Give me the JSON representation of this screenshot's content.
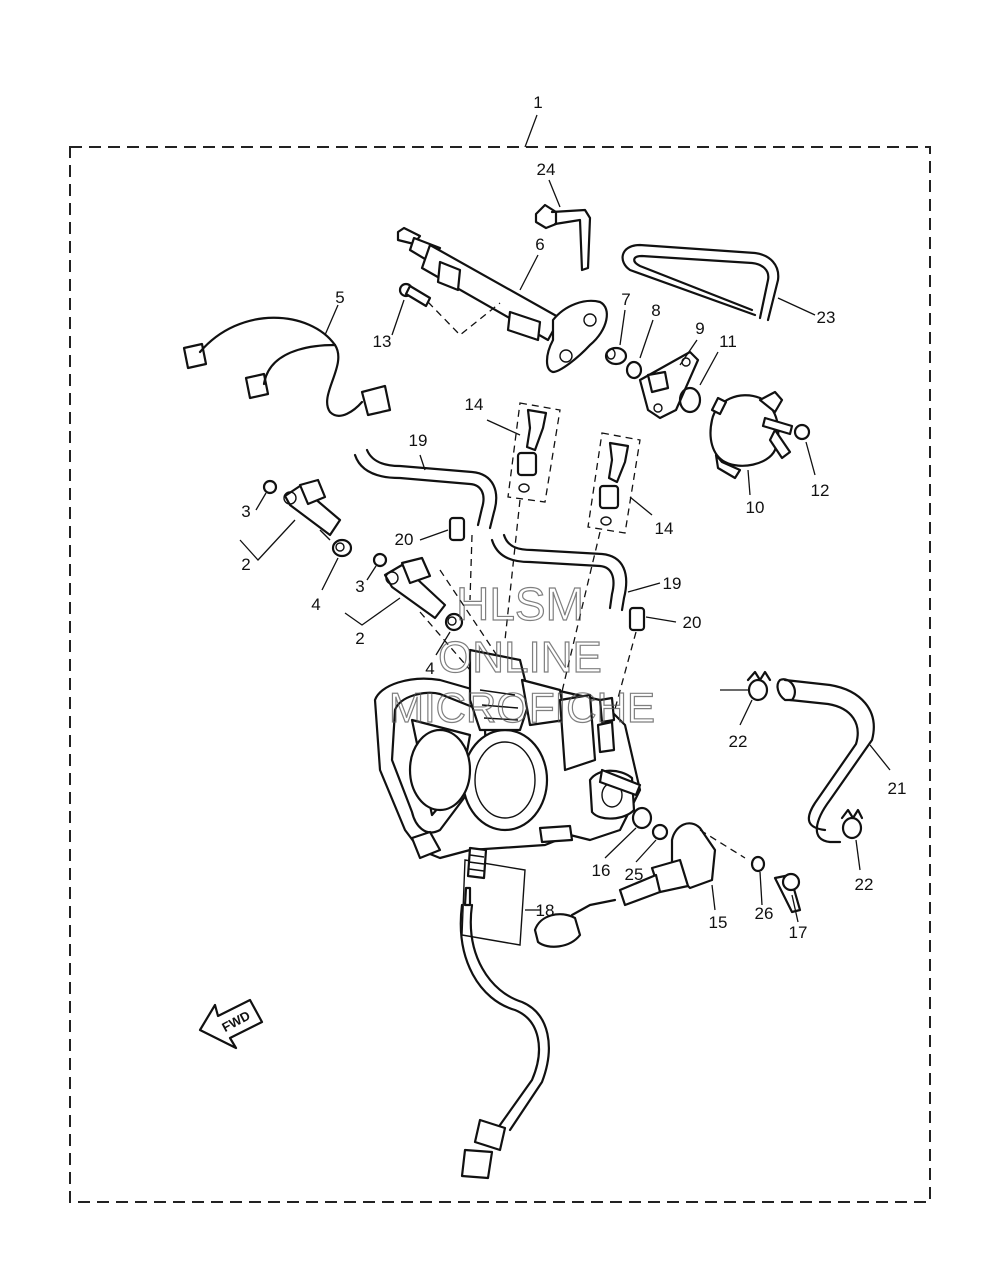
{
  "callouts": {
    "c1": "1",
    "c2a": "2",
    "c2b": "2",
    "c3a": "3",
    "c3b": "3",
    "c4a": "4",
    "c4b": "4",
    "c5": "5",
    "c6": "6",
    "c7": "7",
    "c8": "8",
    "c9": "9",
    "c10": "10",
    "c11": "11",
    "c12": "12",
    "c13": "13",
    "c14a": "14",
    "c14b": "14",
    "c15": "15",
    "c16": "16",
    "c17": "17",
    "c18": "18",
    "c19a": "19",
    "c19b": "19",
    "c20a": "20",
    "c20b": "20",
    "c21": "21",
    "c22a": "22",
    "c22b": "22",
    "c23": "23",
    "c24": "24",
    "c25": "25",
    "c26": "26"
  },
  "watermark": {
    "line1": "HLSM",
    "line2": "ONLINE",
    "line3": "MICROFICHE"
  },
  "fwd_label": "FWD"
}
